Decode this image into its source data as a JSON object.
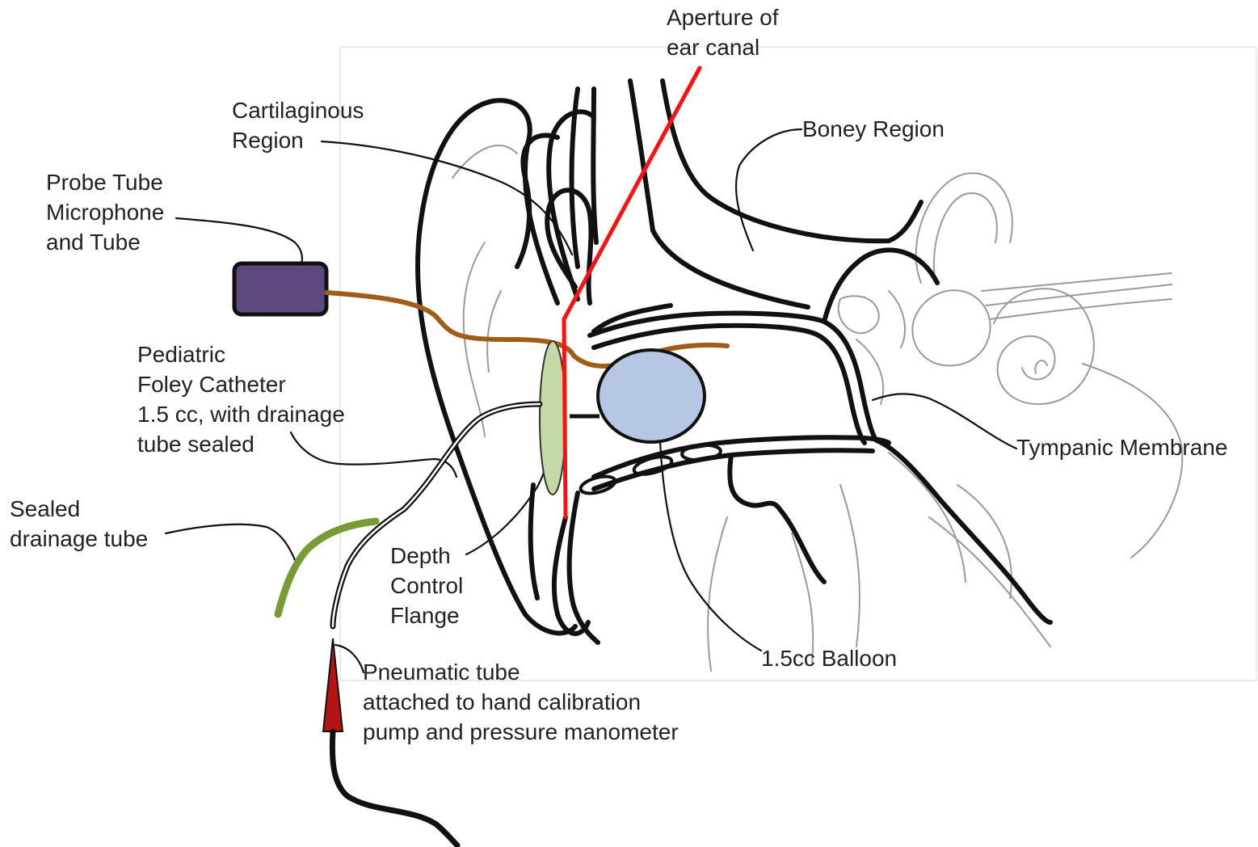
{
  "colors": {
    "ink": "#111111",
    "light_ink": "#9a9a9a",
    "red_line": "#ff1010",
    "probe_tube": "#a25c17",
    "probe_box": "#5e4880",
    "drainage_tube": "#789b35",
    "balloon": "#b5c7e3",
    "flange": "#c4d9a6",
    "pump_cone": "#b51414"
  },
  "labels": {
    "aperture": [
      "Aperture of",
      "ear canal"
    ],
    "cartilaginous": [
      "Cartilaginous",
      "Region"
    ],
    "boney": [
      "Boney Region"
    ],
    "probe": [
      "Probe Tube",
      "Microphone",
      "and Tube"
    ],
    "foley": [
      "Pediatric",
      "Foley Catheter",
      "1.5 cc, with drainage",
      "tube sealed"
    ],
    "sealed": [
      "Sealed",
      "drainage tube"
    ],
    "depth": [
      "Depth",
      "Control",
      "Flange"
    ],
    "pneumatic": [
      "Pneumatic tube",
      "attached to hand calibration",
      "pump and pressure manometer"
    ],
    "balloon": [
      "1.5cc Balloon"
    ],
    "tympanic": [
      "Tympanic Membrane"
    ]
  }
}
